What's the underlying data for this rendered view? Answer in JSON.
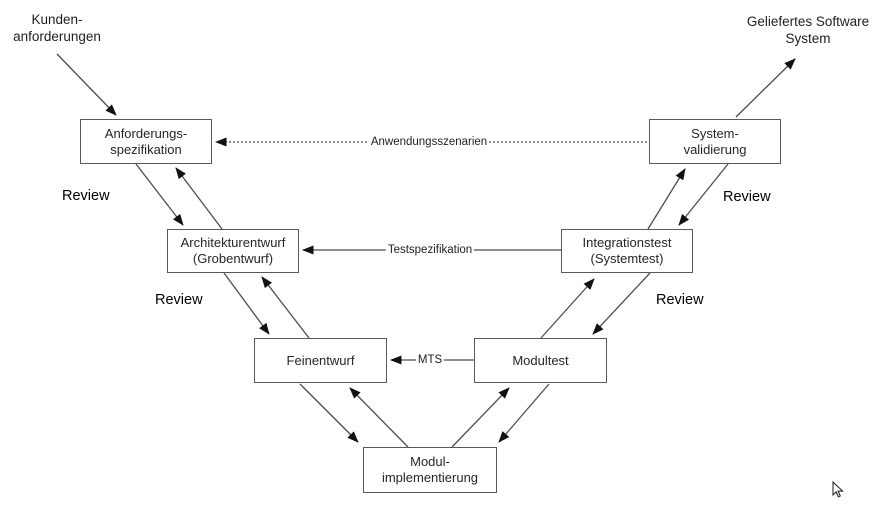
{
  "diagram": {
    "external_labels": {
      "input": {
        "lines": [
          "Kunden-",
          "anforderungen"
        ]
      },
      "output": {
        "lines": [
          "Geliefertes Software",
          "System"
        ]
      }
    },
    "nodes": [
      {
        "id": "anforderungsspezifikation",
        "lines": [
          "Anforderungs-",
          "spezifikation"
        ]
      },
      {
        "id": "systemvalidierung",
        "lines": [
          "System-",
          "validierung"
        ]
      },
      {
        "id": "architekturentwurf",
        "lines": [
          "Architekturentwurf",
          "(Grobentwurf)"
        ]
      },
      {
        "id": "integrationstest",
        "lines": [
          "Integrationstest",
          "(Systemtest)"
        ]
      },
      {
        "id": "feinentwurf",
        "lines": [
          "Feinentwurf"
        ]
      },
      {
        "id": "modultest",
        "lines": [
          "Modultest"
        ]
      },
      {
        "id": "modulimplementierung",
        "lines": [
          "Modul-",
          "implementierung"
        ]
      }
    ],
    "connector_labels": [
      {
        "id": "anwendungsszenarien",
        "text": "Anwendungsszenarien",
        "style": "dashed"
      },
      {
        "id": "testspezifikation",
        "text": "Testspezifikation",
        "style": "solid"
      },
      {
        "id": "mts",
        "text": "MTS",
        "style": "solid"
      }
    ],
    "review_label": "Review",
    "colors": {
      "line": "#4d4d4d",
      "arrowhead": "#111111",
      "box_border": "#595959",
      "text": "#262626",
      "background": "#ffffff"
    }
  }
}
